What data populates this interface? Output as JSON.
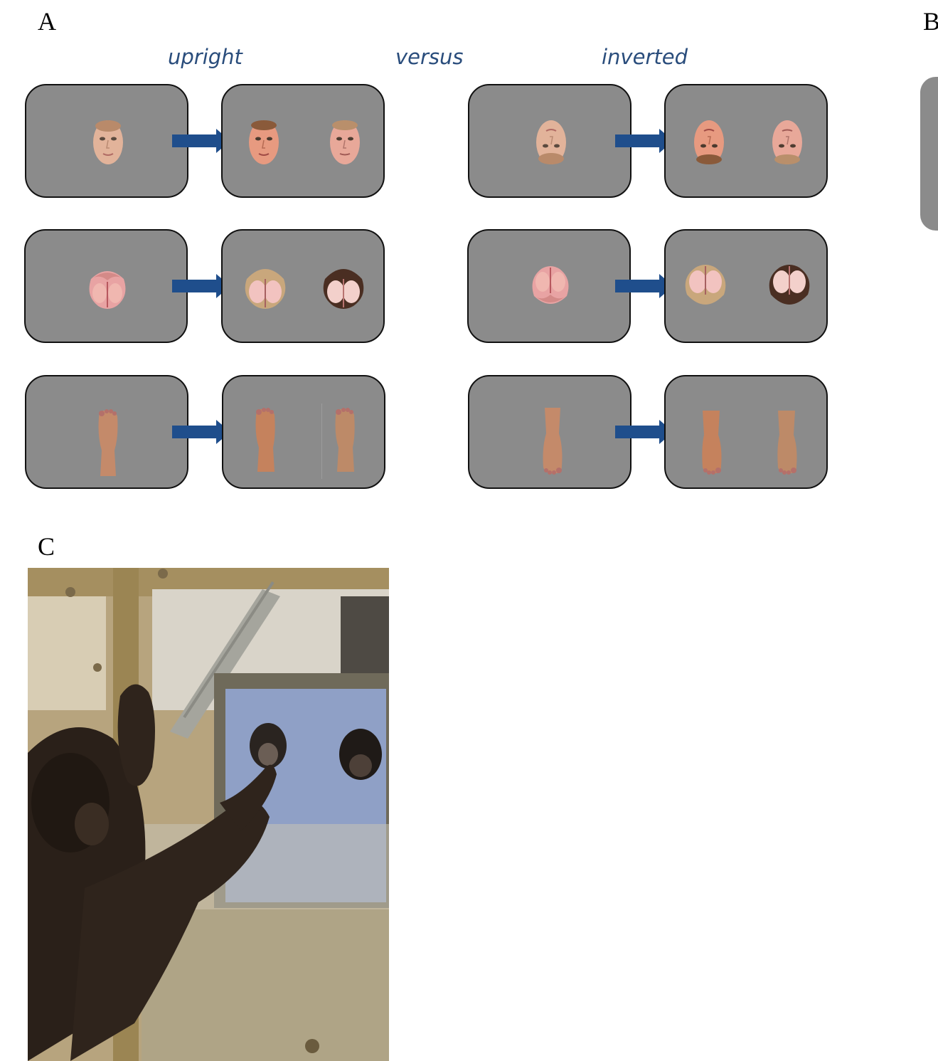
{
  "figure": {
    "panel_labels": {
      "a": "A",
      "b": "B",
      "c": "C"
    },
    "headers": {
      "upright": "upright",
      "versus": "versus",
      "inverted": "inverted"
    },
    "colors": {
      "screen_gray": "#8b8b8b",
      "arrow_blue": "#1f4e8c",
      "header_blue": "#2a4d7c"
    },
    "rows": [
      {
        "stimulus": "face-icon",
        "upright": true,
        "inverted": true
      },
      {
        "stimulus": "chimp-rear-icon",
        "upright": true,
        "inverted": true
      },
      {
        "stimulus": "foot-icon",
        "upright": true,
        "inverted": true
      }
    ],
    "photo": {
      "subject": "chimpanzee-touchscreen-photo"
    }
  }
}
